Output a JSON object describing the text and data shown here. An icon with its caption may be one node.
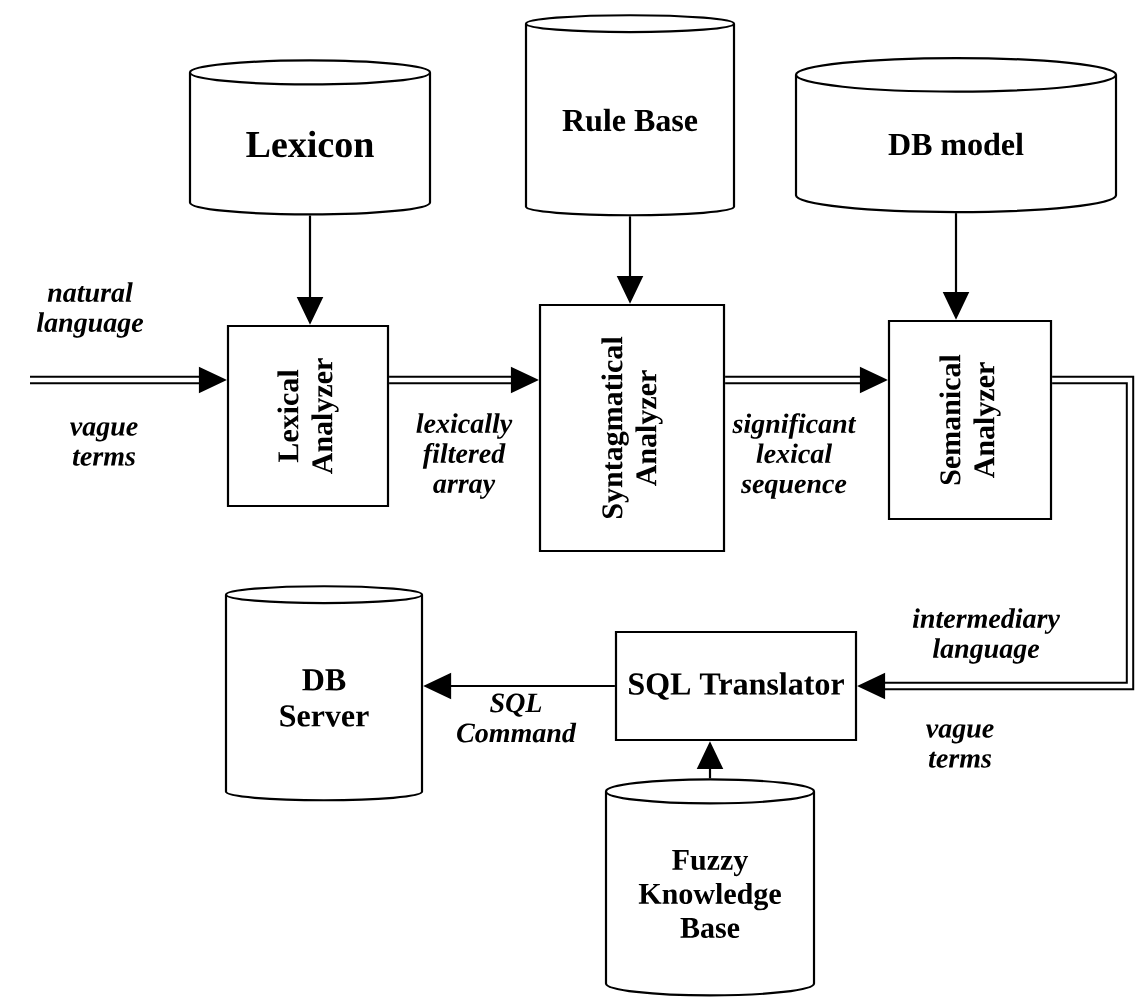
{
  "diagram": {
    "nodes": [
      {
        "text": [
          "Lexicon"
        ]
      },
      {
        "text": [
          "Rule Base"
        ]
      },
      {
        "text": [
          "DB model"
        ]
      },
      {
        "text": [
          "Lexical Analyzer"
        ]
      },
      {
        "text": [
          "Syntagmatical Analyzer"
        ]
      },
      {
        "text": [
          "Semanical Analyzer"
        ]
      },
      {
        "text": [
          "DB Server"
        ]
      },
      {
        "text": [
          "SQL Translator"
        ]
      },
      {
        "text": [
          "Fuzzy Knowledge Base"
        ]
      }
    ],
    "edges": [
      {
        "from": 0,
        "to": 3,
        "arrow": "to"
      },
      {
        "from": 1,
        "to": 4,
        "arrow": "to"
      },
      {
        "from": 2,
        "to": 5,
        "arrow": "to"
      },
      {
        "from": null,
        "to": 3,
        "arrow": "to",
        "style": "thick",
        "label": "natural language"
      },
      {
        "from": 3,
        "to": 4,
        "arrow": "to",
        "style": "thick",
        "label": "lexically filtered array"
      },
      {
        "from": 4,
        "to": 5,
        "arrow": "to",
        "style": "thick",
        "label": "significant lexical sequence"
      },
      {
        "from": 5,
        "to": 7,
        "arrow": "to",
        "style": "thick",
        "label": "intermediary language"
      },
      {
        "from": 7,
        "to": 6,
        "arrow": "to",
        "label": "SQL Command"
      },
      {
        "from": 8,
        "to": 7,
        "arrow": "to"
      }
    ],
    "labels": [
      "vague terms",
      "vague terms"
    ]
  }
}
